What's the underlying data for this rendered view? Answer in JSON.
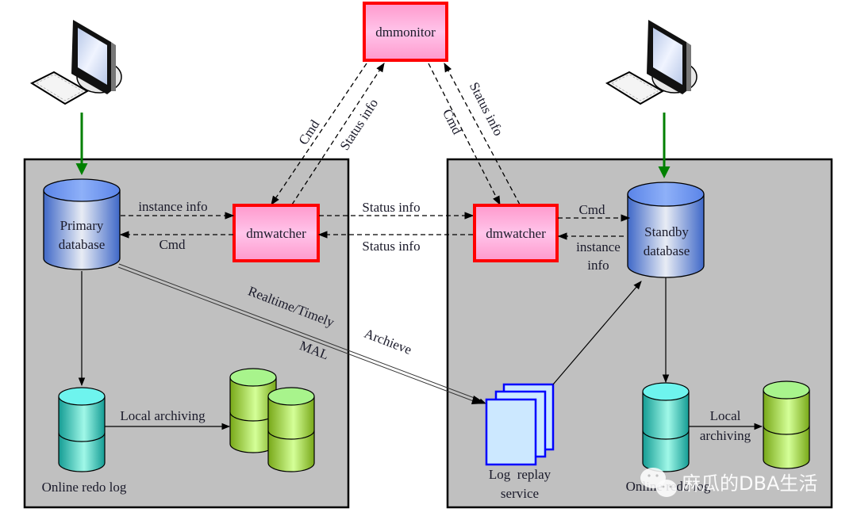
{
  "diagram": {
    "title": "DM data guard architecture",
    "monitor": {
      "label": "dmmonitor"
    },
    "primary_side": {
      "client": "client-computer",
      "database": {
        "line1": "Primary",
        "line2": "database"
      },
      "watcher": {
        "label": "dmwatcher"
      },
      "redo_log": {
        "label": "Online redo log"
      },
      "local_archiving": {
        "label": "Local archiving"
      },
      "db_to_watcher": "instance info",
      "watcher_to_db": "Cmd"
    },
    "standby_side": {
      "client": "client-computer",
      "database": {
        "line1": "Standby",
        "line2": "database"
      },
      "watcher": {
        "label": "dmwatcher"
      },
      "replay": {
        "line1": "Log  replay",
        "line2": "service"
      },
      "redo_log": {
        "label": "Online redo log"
      },
      "local_archiving": {
        "line1": "Local",
        "line2": "archiving"
      },
      "watcher_to_db": "Cmd",
      "db_to_watcher": {
        "line1": "instance",
        "line2": "info"
      }
    },
    "watcher_links": {
      "top": "Status info",
      "bottom": "Status info"
    },
    "monitor_links": {
      "left_cmd": "Cmd",
      "left_status": "Status info",
      "right_cmd": "Cmd",
      "right_status": "Status info"
    },
    "mal_link": {
      "line1": "Realtime/Timely",
      "line1b": "Archieve",
      "line2": "MAL"
    },
    "watermark": "麻瓜的DBA生活",
    "colors": {
      "panel": "#c0c0c0",
      "watcher_border": "#ff0000",
      "watcher_fill": "#ffb3dd",
      "db_blue": "#5a84d8",
      "redo_teal": "#40c8c0",
      "archive_green": "#9cd040",
      "replay_border": "#0000ff",
      "replay_fill": "#cce8ff",
      "client_arrow": "#008000"
    }
  }
}
